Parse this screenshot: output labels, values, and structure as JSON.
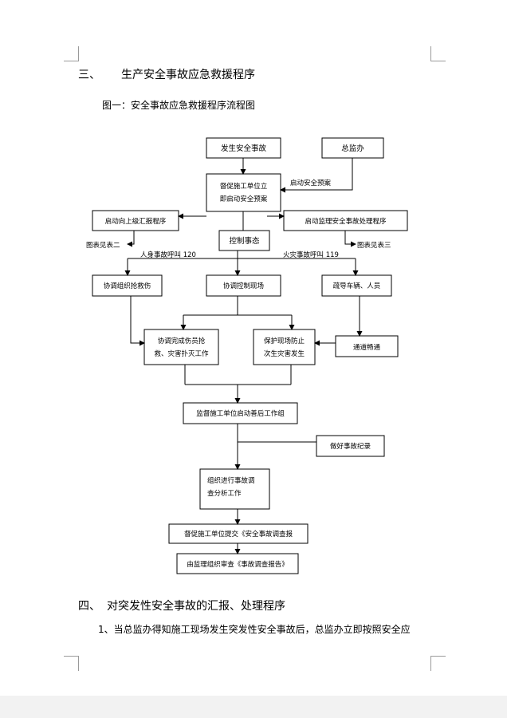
{
  "section3": {
    "number": "三、",
    "title": "生产安全事故应急救援程序"
  },
  "figure_caption": "图一：安全事故应急救援程序流程图",
  "flowchart": {
    "accident": "发生安全事故",
    "supervision_office": "总监办",
    "urge_line1": "督促施工单位立",
    "urge_line2": "即启动安全预案",
    "start_plan": "启动安全预案",
    "report_up": "启动向上级汇报程序",
    "supervision_procedure": "启动监理安全事故处理程序",
    "table2": "图表见表二",
    "table3": "图表见表三",
    "control": "控制事态",
    "call_120": "人身事故呼叫 120",
    "call_119": "火灾事故呼叫 119",
    "rescue": "协调组织抢救伤",
    "site_control": "协调控制现场",
    "evacuate": "疏导车辆、人员",
    "complete_line1": "协调完成伤员抢",
    "complete_line2": "救、灾害扑灭工作",
    "protect_line1": "保护现场防止",
    "protect_line2": "次生灾害发生",
    "clear_road": "通道畅通",
    "aftermath": "监督施工单位启动善后工作组",
    "record": "做好事故纪录",
    "investigate_line1": "组织进行事故调",
    "investigate_line2": "查分析工作",
    "submit_report": "督促施工单位提交《安全事故调查报",
    "review_report": "由监理组织审查《事故调查报告》"
  },
  "section4": {
    "number": "四、",
    "title": "对突发性安全事故的汇报、处理程序"
  },
  "paragraph1": "1、当总监办得知施工现场发生突发性安全事故后，总监办立即按照安全应"
}
